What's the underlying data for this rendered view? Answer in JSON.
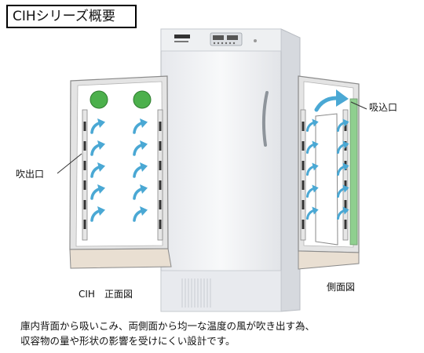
{
  "title": "CIHシリーズ概要",
  "labels": {
    "outlet": "吹出口",
    "inlet": "吸込口",
    "front_view": "CIH　正面図",
    "side_view": "側面図"
  },
  "caption": {
    "line1": "庫内背面から吸いこみ、両側面から均一な温度の風が吹き出す為、",
    "line2": "収容物の量や形状の影響を受けにくい設計です。"
  },
  "colors": {
    "arrow": "#4aa8d4",
    "vent_circle": "#4cb04c",
    "inlet_band": "#8fcf8f",
    "cabinet": "#f4f5f7",
    "panel_border": "#8a8a8a"
  },
  "icons": {
    "airflow": "airflow-arrow-icon",
    "vent": "vent-circle-icon",
    "return_flow": "curved-arrow-icon"
  }
}
